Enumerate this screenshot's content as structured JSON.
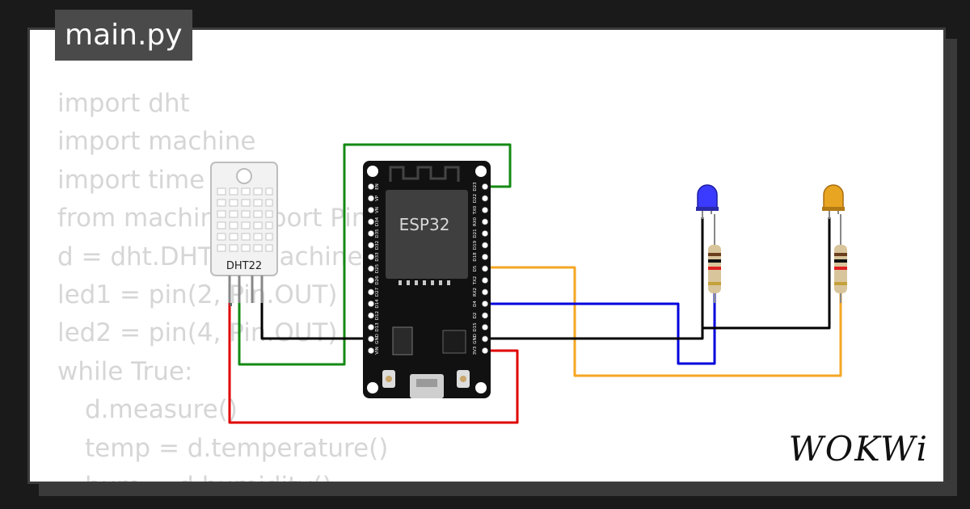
{
  "tab": {
    "filename": "main.py"
  },
  "code_lines": [
    {
      "text": "import dht",
      "indent": false
    },
    {
      "text": "import machine",
      "indent": false
    },
    {
      "text": "import time",
      "indent": false
    },
    {
      "text": "from machine import Pin",
      "indent": false
    },
    {
      "text": "d = dht.DHT22(machine.Pin(15))",
      "indent": false
    },
    {
      "text": "led1 = pin(2, Pin.OUT)",
      "indent": false
    },
    {
      "text": "led2 = pin(4, Pin.OUT)",
      "indent": false
    },
    {
      "text": "while True:",
      "indent": false
    },
    {
      "text": "d.measure()",
      "indent": true
    },
    {
      "text": "temp = d.temperature()",
      "indent": true
    },
    {
      "text": "hum = d.humidity()",
      "indent": true
    }
  ],
  "components": {
    "sensor_label": "DHT22",
    "board_label": "ESP32",
    "pin_labels_left": [
      "EN",
      "VP",
      "VN",
      "D34",
      "D35",
      "D32",
      "D33",
      "D25",
      "D26",
      "D27",
      "D14",
      "D12",
      "D13",
      "GND",
      "VIN"
    ],
    "pin_labels_right": [
      "D23",
      "D22",
      "TX0",
      "RX0",
      "D21",
      "D19",
      "D18",
      "D5",
      "TX2",
      "RX2",
      "D4",
      "D2",
      "D15",
      "GND",
      "3V3"
    ]
  },
  "brand": {
    "logo_text": "WOKWi"
  },
  "colors": {
    "wire_green": "#138a13",
    "wire_black": "#000000",
    "wire_red": "#e00000",
    "wire_orange": "#f5a623",
    "wire_blue": "#0000dd",
    "led_blue": "#3b3bff",
    "led_yellow": "#e8a521"
  }
}
